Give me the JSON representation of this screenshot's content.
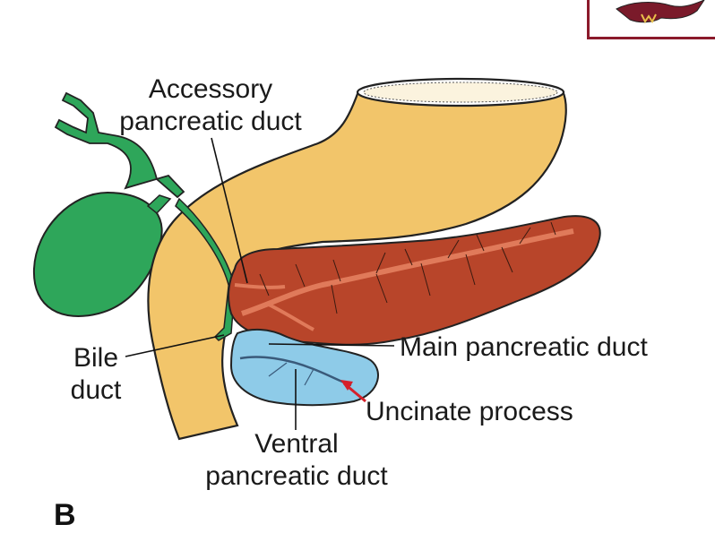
{
  "labels": {
    "accessory_duct_line1": "Accessory",
    "accessory_duct_line2": "pancreatic duct",
    "bile_duct_line1": "Bile",
    "bile_duct_line2": "duct",
    "main_duct": "Main pancreatic duct",
    "uncinate_process": "Uncinate process",
    "ventral_duct_line1": "Ventral",
    "ventral_duct_line2": "pancreatic duct",
    "panel_letter": "B"
  },
  "colors": {
    "duodenum": "#f2c56a",
    "duodenum_outline": "#222222",
    "pancreas": "#b8452a",
    "pancreas_duct": "#e07a5a",
    "ventral_pancreas": "#8ecbe8",
    "bile": "#2ea65a",
    "arrow": "#d61f2a",
    "logo_border": "#8b1a2b"
  },
  "icons": {
    "logo": "mascot-logo-icon"
  }
}
